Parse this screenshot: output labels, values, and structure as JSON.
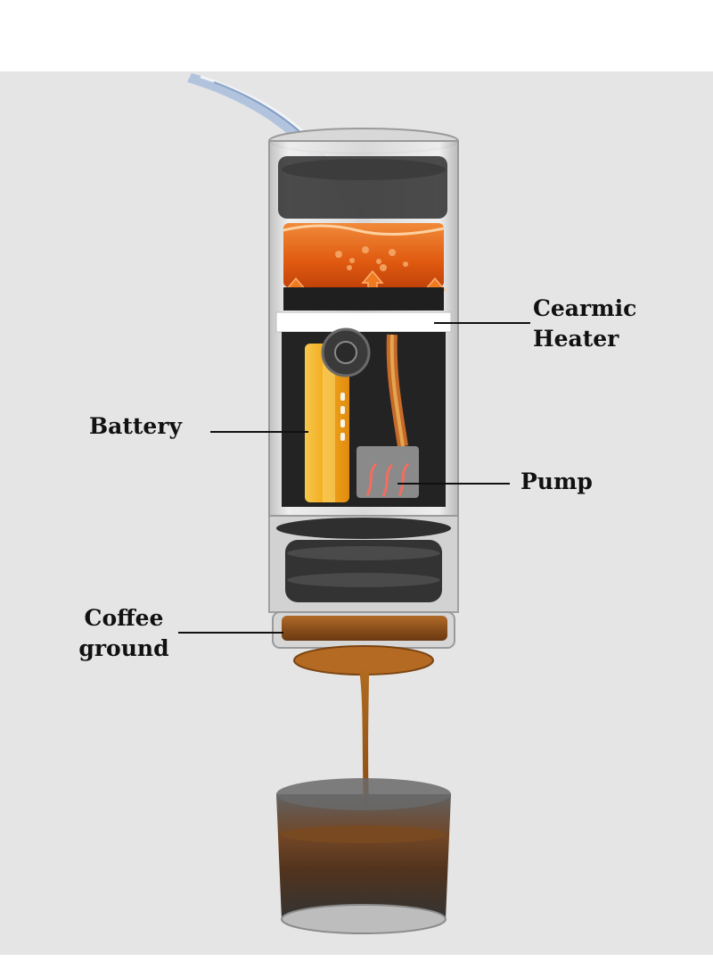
{
  "callouts": {
    "heater": "Cearmic\nHeater",
    "battery": "Battery",
    "pump": "Pump",
    "coffee": "Coffee\nground"
  },
  "colors": {
    "background": "#e5e5e5",
    "water": "#9fb6d6",
    "heated_water": "#e8651c",
    "battery": "#f5b41e",
    "coffee": "#a8661f",
    "label_text": "#111111"
  }
}
